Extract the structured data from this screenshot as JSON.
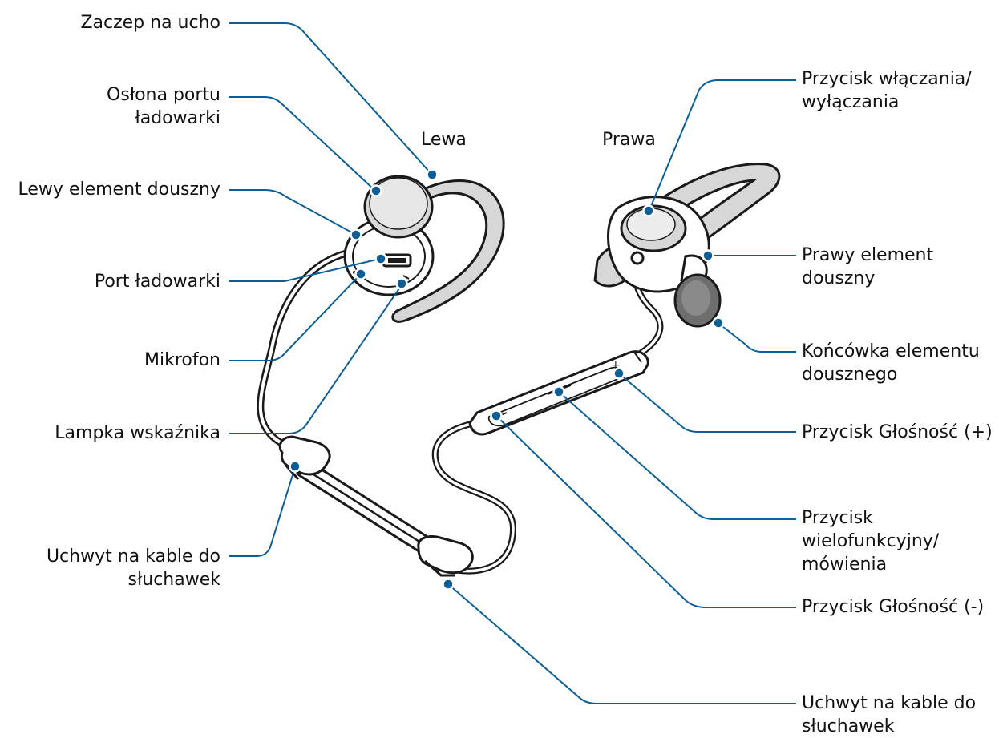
{
  "colors": {
    "callout": "#0b5f96",
    "ink": "#1a1a1a",
    "fill": "#d7d7d7",
    "dark": "#6e6e6e"
  },
  "sides": {
    "left": "Lewa",
    "right": "Prawa"
  },
  "labels_left": [
    {
      "id": "ear-hook",
      "lines": [
        "Zaczep na ucho"
      ]
    },
    {
      "id": "charger-port-cover",
      "lines": [
        "Osłona portu",
        "ładowarki"
      ]
    },
    {
      "id": "left-earpiece",
      "lines": [
        "Lewy element douszny"
      ]
    },
    {
      "id": "charger-port",
      "lines": [
        "Port ładowarki"
      ]
    },
    {
      "id": "microphone",
      "lines": [
        "Mikrofon"
      ]
    },
    {
      "id": "indicator-light",
      "lines": [
        "Lampka wskaźnika"
      ]
    },
    {
      "id": "cable-holder-left",
      "lines": [
        "Uchwyt na kable do",
        "słuchawek"
      ]
    }
  ],
  "labels_right": [
    {
      "id": "power-button",
      "lines": [
        "Przycisk włączania/",
        "wyłączania"
      ]
    },
    {
      "id": "right-earpiece",
      "lines": [
        "Prawy element",
        "douszny"
      ]
    },
    {
      "id": "ear-tip",
      "lines": [
        "Końcówka elementu",
        "dousznego"
      ]
    },
    {
      "id": "volume-up",
      "lines": [
        "Przycisk Głośność (+)"
      ]
    },
    {
      "id": "multifunction-button",
      "lines": [
        "Przycisk",
        "wielofunkcyjny/",
        "mówienia"
      ]
    },
    {
      "id": "volume-down",
      "lines": [
        "Przycisk Głośność (-)"
      ]
    },
    {
      "id": "cable-holder-right",
      "lines": [
        "Uchwyt na kable do",
        "słuchawek"
      ]
    }
  ]
}
